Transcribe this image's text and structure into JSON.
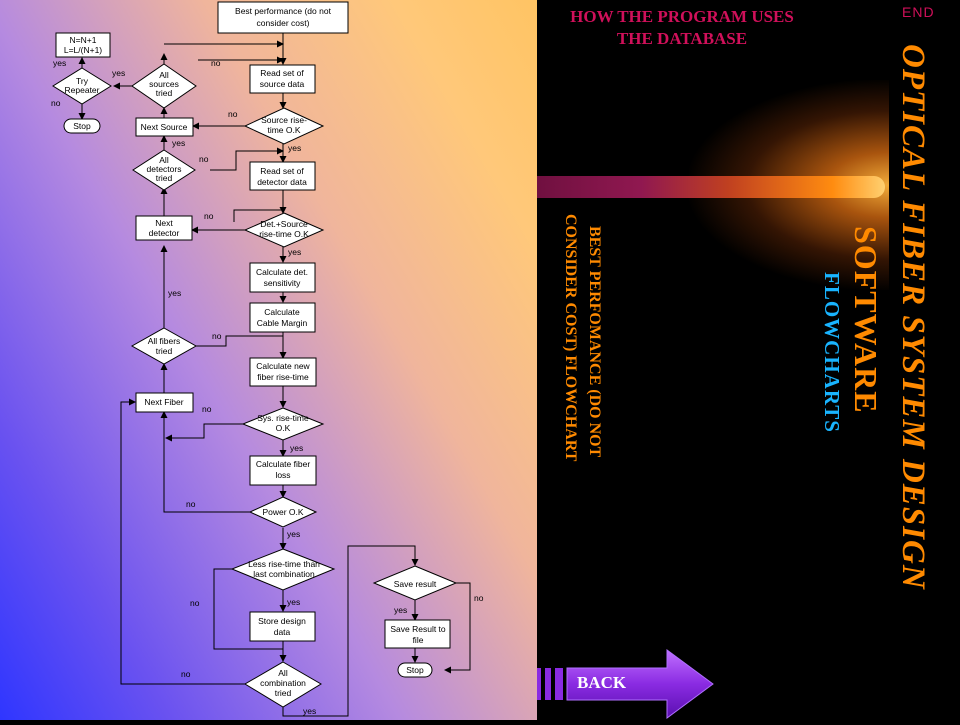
{
  "header": {
    "db_line1": "HOW THE PROGRAM USES",
    "db_line2": "THE DATABASE",
    "end_label": "END"
  },
  "titles": {
    "main": "OPTICAL FIBER SYSTEM DESIGN",
    "software": "SOFTWARE",
    "flowcharts": "FLOWCHARTS",
    "best_line1": "BEST PERFOMANCE (DO NOT",
    "best_line2": "CONSIDER COST) FLOWCHART"
  },
  "nav": {
    "back_label": "BACK"
  },
  "flowchart": {
    "start": [
      "Best performance (do not",
      "consider cost)"
    ],
    "n_update": [
      "N=N+1",
      "L=L/(N+1)"
    ],
    "try_repeater": [
      "Try",
      "Repeater"
    ],
    "stop_left": "Stop",
    "all_sources": [
      "All",
      "sources",
      "tried"
    ],
    "read_source": [
      "Read set of",
      "source data"
    ],
    "next_source": "Next Source",
    "source_rise": [
      "Source rise-",
      "time O.K"
    ],
    "all_detectors": [
      "All",
      "detectors",
      "tried"
    ],
    "read_detector": [
      "Read set of",
      "detector data"
    ],
    "next_detector": [
      "Next",
      "detector"
    ],
    "det_source_rise": [
      "Det.+Source",
      "rise-time O.K"
    ],
    "calc_sensitivity": [
      "Calculate det.",
      "sensitivity"
    ],
    "calc_margin": [
      "Calculate",
      "Cable Margin"
    ],
    "all_fibers": [
      "All fibers",
      "tried"
    ],
    "calc_fiber_rise": [
      "Calculate new",
      "fiber rise-time"
    ],
    "next_fiber": "Next Fiber",
    "sys_rise": [
      "Sys. rise-time",
      "O.K"
    ],
    "calc_loss": [
      "Calculate fiber",
      "loss"
    ],
    "power_ok": "Power O.K",
    "less_rise": [
      "Less rise-time than",
      "last combination"
    ],
    "store_design": [
      "Store design",
      "data"
    ],
    "all_combination": [
      "All",
      "combination",
      "tried"
    ],
    "save_result": "Save result",
    "save_file": [
      "Save Result to",
      "file"
    ],
    "stop_right": "Stop",
    "yes": "yes",
    "no": "no"
  },
  "colors": {
    "title_orange": "#ff8a00",
    "title_magenta": "#d0105a",
    "flow_blue": "#19b4ff",
    "arrow_purple": "#8a2be2"
  }
}
